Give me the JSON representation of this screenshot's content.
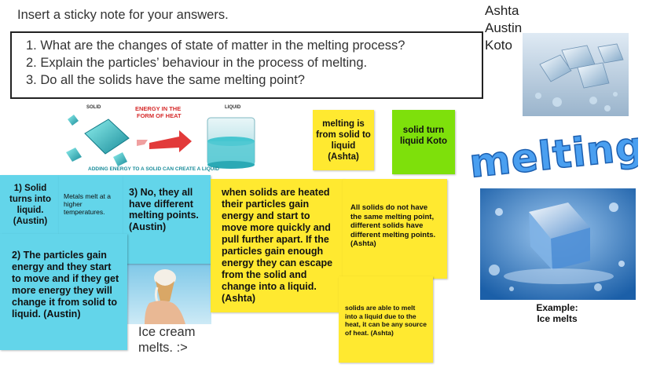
{
  "instruction": "Insert a sticky note for your answers.",
  "questions": [
    "1. What are the changes of state of matter in the melting process?",
    "2. Explain the particles’ behaviour in the process of melting.",
    "3. Do all the solids have the same melting point?"
  ],
  "names": [
    "Ashta",
    "Austin",
    "Koto"
  ],
  "diagram": {
    "solid_label": "SOLID",
    "energy_label_1": "ENERGY IN THE",
    "energy_label_2": "FORM OF HEAT",
    "liquid_label": "LIQUID",
    "caption": "ADDING ENERGY TO A SOLID CAN CREATE A LIQUID"
  },
  "word_art": "melting",
  "notes": {
    "ashta_melting": "melting is from solid to liquid (Ashta)",
    "koto": "solid turn liquid Koto",
    "austin_1": "1) Solid turns into liquid. (Austin)",
    "metals": "Metals melt at a higher temperatures.",
    "austin_3": "3) No, they all have different melting points. (Austin)",
    "ashta_particles": "when solids are heated their particles gain energy and start to move more quickly and pull further apart. If the particles gain enough energy they can escape from the solid and change into a liquid. (Ashta)",
    "ashta_points": "All solids do not have the same melting point, different solids have different melting points.(Ashta)",
    "austin_2": "2) The particles gain energy and they start to move and if they get more energy they will change it from solid to liquid. (Austin)",
    "ashta_heat": "solids are able to melt into a liquid due to the heat, it can be any source of heat. (Ashta)"
  },
  "example_caption_1": "Example:",
  "example_caption_2": "Ice melts",
  "ice_cream_caption_1": "Ice cream",
  "ice_cream_caption_2": "melts. :>",
  "colors": {
    "yellow_note": "#ffe930",
    "green_note": "#7ee00b",
    "cyan_note": "#63d5ea",
    "word_art": "#3a8be0"
  }
}
